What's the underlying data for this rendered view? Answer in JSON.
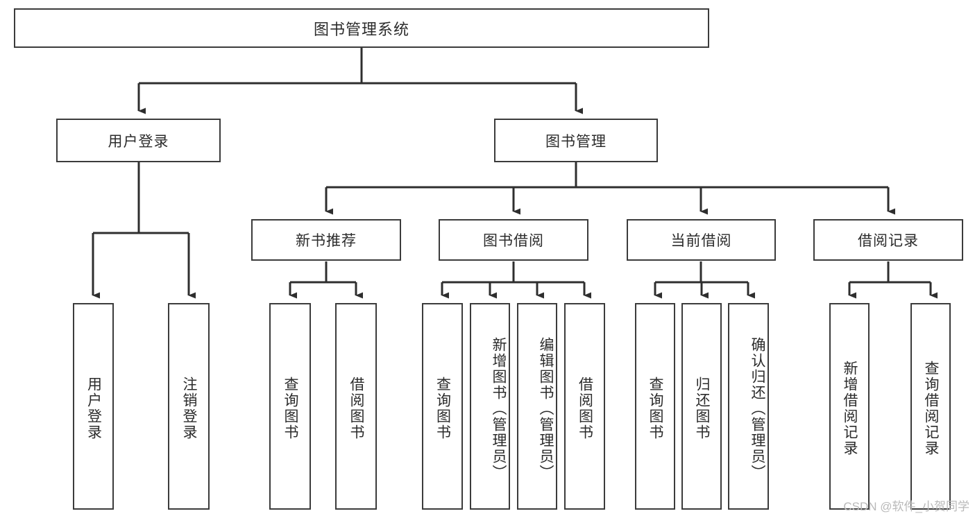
{
  "diagram": {
    "title": "图书管理系统",
    "type": "hierarchy-tree",
    "watermark": "CSDN @软件_小贺同学",
    "colors": {
      "box_border": "#3b3b3b",
      "box_fill": "#ffffff",
      "connector": "#2e2e2e",
      "text": "#2b2b2b",
      "watermark": "#b9b9b9"
    },
    "root": {
      "label": "图书管理系统"
    },
    "level2": [
      {
        "label": "用户登录"
      },
      {
        "label": "图书管理"
      }
    ],
    "level3": [
      {
        "label": "新书推荐"
      },
      {
        "label": "图书借阅"
      },
      {
        "label": "当前借阅"
      },
      {
        "label": "借阅记录"
      }
    ],
    "leaves": {
      "user_login": [
        {
          "label": "用户登录"
        },
        {
          "label": "注销登录"
        }
      ],
      "new_book": [
        {
          "label": "查询图书"
        },
        {
          "label": "借阅图书"
        }
      ],
      "book_borrow": [
        {
          "label": "查询图书"
        },
        {
          "label": "新增图书（管理员）"
        },
        {
          "label": "编辑图书（管理员）"
        },
        {
          "label": "借阅图书"
        }
      ],
      "current_borrow": [
        {
          "label": "查询图书"
        },
        {
          "label": "归还图书"
        },
        {
          "label": "确认归还（管理员）"
        }
      ],
      "borrow_record": [
        {
          "label": "新增借阅记录"
        },
        {
          "label": "查询借阅记录"
        }
      ]
    }
  }
}
